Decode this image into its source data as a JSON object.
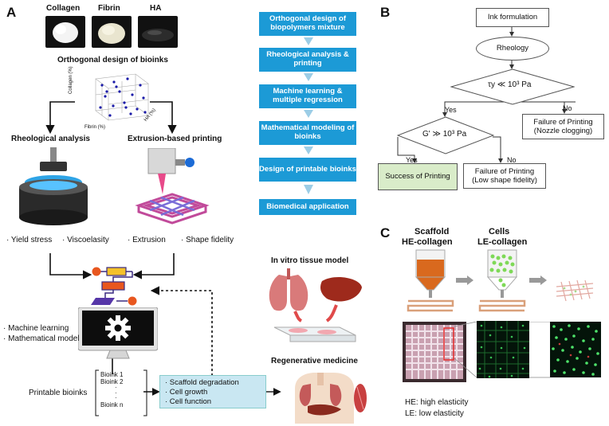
{
  "panel_a": {
    "letter": "A",
    "materials": [
      "Collagen",
      "Fibrin",
      "HA"
    ],
    "orthogonal_title": "Orthogonal design of bioinks",
    "axis_labels": {
      "collagen": "Collagen (%)",
      "fibrin": "Fibrin (%)",
      "ha": "HA (%)"
    },
    "rheo_title": "Rheological analysis",
    "extrusion_title": "Extrusion-based printing",
    "rheo_items": [
      "· Yield stress",
      "· Viscoelasity"
    ],
    "print_items": [
      "· Extrusion",
      "· Shape fidelity"
    ],
    "ml_items": [
      "· Machine learning",
      "· Mathematical model"
    ],
    "printable_label": "Printable bioinks",
    "bioinks": [
      "Bioink 1",
      "Bioink 2",
      "·",
      "·",
      "·",
      "Bioink n"
    ],
    "conditions": [
      "· Scaffold degradation",
      "· Cell growth",
      "· Cell function"
    ],
    "invitro_title": "In vitro tissue model",
    "regen_title": "Regenerative medicine"
  },
  "workflow": [
    "Orthogonal design of biopolymers mixture",
    "Rheological analysis & printing",
    "Machine learning & multiple regression",
    "Mathematical modeling of bioinks",
    "Design of printable bioinks",
    "Biomedical application"
  ],
  "panel_b": {
    "letter": "B",
    "ink": "Ink formulation",
    "rheology": "Rheology",
    "cond1": "τy ≪ 10³ Pa",
    "cond2": "G' ≫ 10³ Pa",
    "yes": "Yes",
    "no": "No",
    "fail1": "Failure of Printing (Nozzle clogging)",
    "success": "Success of Printing",
    "fail2": "Failure of Printing (Low shape fidelity)"
  },
  "panel_c": {
    "letter": "C",
    "scaffold": "Scaffold",
    "scaffold_sub": "HE-collagen",
    "cells": "Cells",
    "cells_sub": "LE-collagen",
    "legend": [
      "HE: high elasticity",
      "LE: low elasticity"
    ]
  },
  "colors": {
    "accent_blue": "#1c9ad6",
    "success_green": "#d9ecc9",
    "condition_box": "#c9e7f2",
    "bioink_orange": "#d9691e",
    "cells_green": "#7ed957"
  }
}
